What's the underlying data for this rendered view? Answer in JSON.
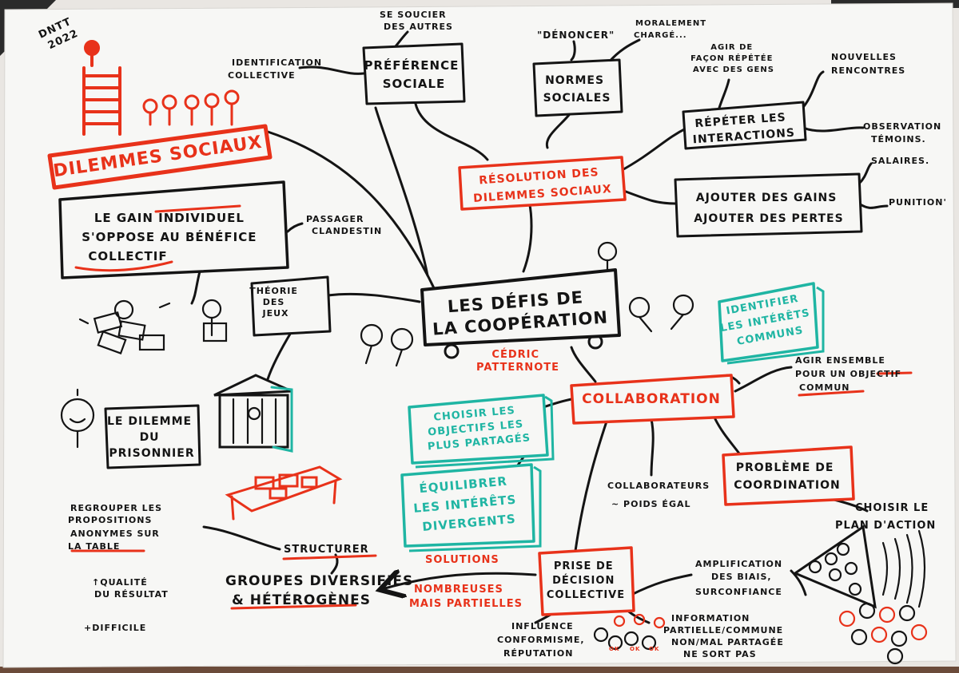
{
  "signature": [
    "DNTT",
    "2022"
  ],
  "central": {
    "title": [
      "LES DÉFIS DE",
      "LA COOPÉRATION"
    ],
    "author": [
      "CÉDRIC",
      "PATTERNOTE"
    ]
  },
  "left": {
    "dilemmes": "DILEMMES SOCIAUX",
    "gain": [
      "LE GAIN INDIVIDUEL",
      "S'OPPOSE AU BÉNÉFICE",
      "COLLECTIF"
    ],
    "passager": [
      "PASSAGER",
      "CLANDESTIN"
    ],
    "theorie": [
      "THÉORIE",
      "DES",
      "JEUX"
    ],
    "prisonnier": [
      "LE DILEMME",
      "DU",
      "PRISONNIER"
    ]
  },
  "top": {
    "identification": [
      "IDENTIFICATION",
      "COLLECTIVE"
    ],
    "soucier": [
      "SE SOUCIER",
      "DES AUTRES"
    ],
    "preference": [
      "PRÉFÉRENCE",
      "SOCIALE"
    ],
    "denoncer": "\"DÉNONCER\"",
    "moralement": [
      "MORALEMENT",
      "CHARGÉ..."
    ],
    "normes": [
      "NORMES",
      "SOCIALES"
    ],
    "resolution": [
      "RÉSOLUTION DES",
      "DILEMMES SOCIAUX"
    ],
    "agir_facon": [
      "AGIR DE",
      "FAÇON RÉPÉTÉE",
      "AVEC DES GENS"
    ],
    "nouvelles": [
      "NOUVELLES",
      "RENCONTRES"
    ],
    "repeter": [
      "RÉPÉTER LES",
      "INTERACTIONS"
    ],
    "observation": [
      "OBSERVATION",
      "TÉMOINS."
    ],
    "ajouter": [
      "AJOUTER DES GAINS",
      "AJOUTER DES PERTES"
    ],
    "salaires": "SALAIRES.",
    "punition": "PUNITION'"
  },
  "right": {
    "identifier": [
      "IDENTIFIER",
      "LES INTÉRÊTS",
      "COMMUNS"
    ],
    "agir_ensemble": [
      "AGIR ENSEMBLE",
      "POUR UN OBJECTIF",
      "COMMUN"
    ],
    "collaboration": "COLLABORATION",
    "choisir_objectifs": [
      "CHOISIR LES",
      "OBJECTIFS LES",
      "PLUS PARTAGÉS"
    ],
    "equilibrer": [
      "ÉQUILIBRER",
      "LES INTÉRÊTS",
      "DIVERGENTS"
    ],
    "collaborateurs": [
      "COLLABORATEURS",
      "~ POIDS ÉGAL"
    ],
    "probleme": [
      "PROBLÈME DE",
      "COORDINATION"
    ],
    "choisir_plan": [
      "CHOISIR LE",
      "PLAN D'ACTION"
    ]
  },
  "bottom": {
    "regrouper": [
      "REGROUPER LES",
      "PROPOSITIONS",
      "ANONYMES SUR",
      "LA TABLE"
    ],
    "structurer": "STRUCTURER",
    "groupes": [
      "GROUPES DIVERSIFIÉS",
      "& HÉTÉROGÈNES"
    ],
    "qualite": [
      "↑QUALITÉ",
      "DU RÉSULTAT"
    ],
    "difficile": "+DIFFICILE",
    "solutions": "SOLUTIONS",
    "nombreuses": [
      "NOMBREUSES",
      "MAIS PARTIELLES"
    ],
    "prise": [
      "PRISE DE",
      "DÉCISION",
      "COLLECTIVE"
    ],
    "amplification": [
      "AMPLIFICATION",
      "DES BIAIS,",
      "SURCONFIANCE"
    ],
    "influence": [
      "INFLUENCE",
      "CONFORMISME,",
      "RÉPUTATION"
    ],
    "information": [
      "INFORMATION",
      "PARTIELLE/COMMUNE",
      "NON/MAL PARTAGÉE",
      "NE SORT PAS"
    ],
    "ok": [
      "OK",
      "OK",
      "OK"
    ]
  },
  "colors": {
    "ink": "#141414",
    "red": "#e8321a",
    "teal": "#1fb5a3",
    "paper": "#f7f7f5"
  }
}
